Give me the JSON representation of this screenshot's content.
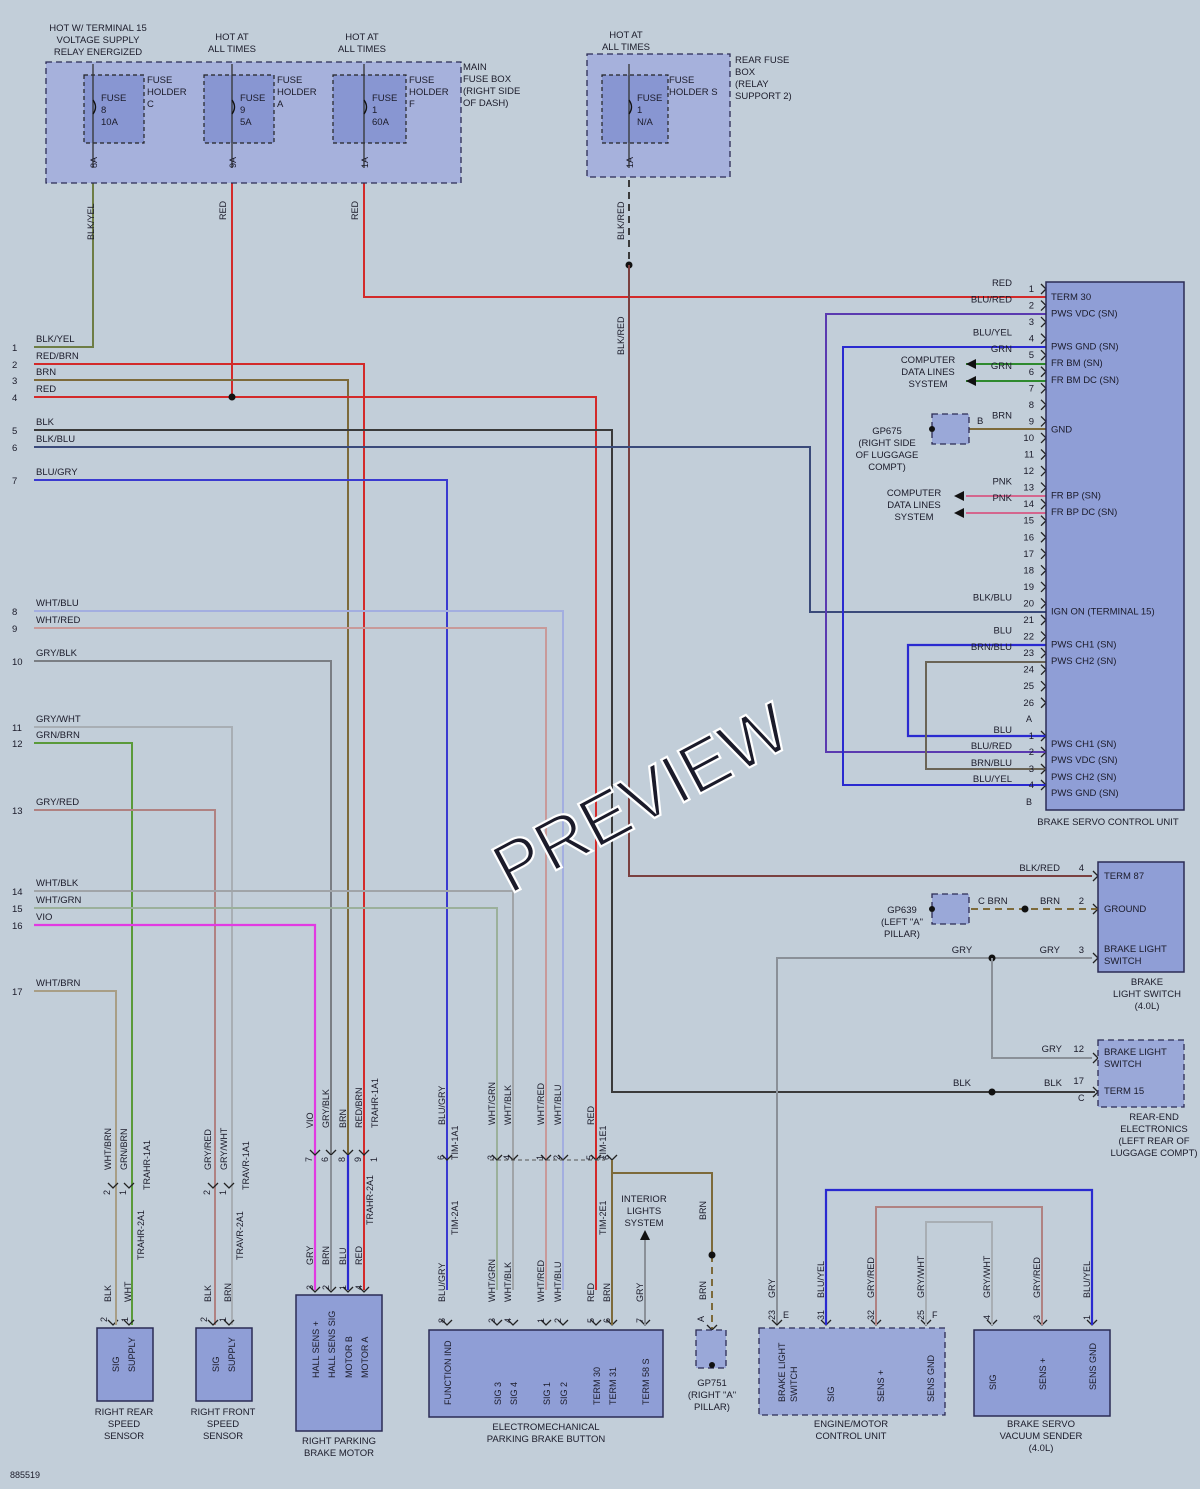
{
  "diagram_id": "885519",
  "watermark": "PREVIEW",
  "colors": {
    "RED": "#d32a2a",
    "BLK": "#3a3a3a",
    "BLKYEL": "#6e7d45",
    "BRN": "#7d6a3a",
    "BLU": "#2a2ad0",
    "BLUYEL": "#2a2ad0",
    "BLURED": "#5a3ab0",
    "BLKBLU": "#3a4a7a",
    "BLUGRY": "#3a3ad0",
    "WHTBLU": "#a3aee0",
    "WHTRED": "#c89a9a",
    "GRY": "#8a9098",
    "GRYBLK": "#7a7e84",
    "GRYWHT": "#a8aeb4",
    "GRNBRN": "#5a9a3a",
    "GRYRED": "#b08282",
    "WHTBLK": "#a0a4a8",
    "WHTGRN": "#9bb09b",
    "VIO": "#e23ae2",
    "WHTBRN": "#a89e86",
    "GRN": "#2e8a2e",
    "PNK": "#d4668e",
    "BRNBLU": "#6a6456",
    "BLKRED": "#7a4040"
  },
  "top_sources": [
    {
      "heading": [
        "HOT W/ TERMINAL 15",
        "VOLTAGE SUPPLY",
        "RELAY ENERGIZED"
      ],
      "fuse": [
        "FUSE",
        "8",
        "10A"
      ],
      "holder": [
        "FUSE",
        "HOLDER",
        "C"
      ],
      "pin": "8A",
      "wire": "BLK/YEL"
    },
    {
      "heading": [
        "HOT AT",
        "ALL TIMES"
      ],
      "fuse": [
        "FUSE",
        "9",
        "5A"
      ],
      "holder": [
        "FUSE",
        "HOLDER",
        "A"
      ],
      "pin": "9A",
      "wire": "RED"
    },
    {
      "heading": [
        "HOT AT",
        "ALL TIMES"
      ],
      "fuse": [
        "FUSE",
        "1",
        "60A"
      ],
      "holder": [
        "FUSE",
        "HOLDER",
        "F"
      ],
      "pin": "1A",
      "wire": "RED"
    },
    {
      "heading": [
        "HOT AT",
        "ALL TIMES"
      ],
      "fuse": [
        "FUSE",
        "1",
        "N/A"
      ],
      "holder": [
        "FUSE",
        "HOLDER S"
      ],
      "pin": "1A",
      "wire": "BLK/RED"
    }
  ],
  "main_fuse_box": [
    "MAIN",
    "FUSE BOX",
    "(RIGHT SIDE",
    "OF DASH)"
  ],
  "rear_fuse_box": [
    "REAR FUSE",
    "BOX",
    "(RELAY",
    "SUPPORT 2)"
  ],
  "left_connector": [
    {
      "n": "1",
      "wire": "BLK/YEL"
    },
    {
      "n": "2",
      "wire": "RED/BRN"
    },
    {
      "n": "3",
      "wire": "BRN"
    },
    {
      "n": "4",
      "wire": "RED"
    },
    {
      "n": "5",
      "wire": "BLK"
    },
    {
      "n": "6",
      "wire": "BLK/BLU"
    },
    {
      "n": "7",
      "wire": "BLU/GRY"
    },
    {
      "n": "8",
      "wire": "WHT/BLU"
    },
    {
      "n": "9",
      "wire": "WHT/RED"
    },
    {
      "n": "10",
      "wire": "GRY/BLK"
    },
    {
      "n": "11",
      "wire": "GRY/WHT"
    },
    {
      "n": "12",
      "wire": "GRN/BRN"
    },
    {
      "n": "13",
      "wire": "GRY/RED"
    },
    {
      "n": "14",
      "wire": "WHT/BLK"
    },
    {
      "n": "15",
      "wire": "WHT/GRN"
    },
    {
      "n": "16",
      "wire": "VIO"
    },
    {
      "n": "17",
      "wire": "WHT/BRN"
    }
  ],
  "bscu": {
    "title": "BRAKE SERVO CONTROL UNIT",
    "pins_a": [
      {
        "n": "1",
        "wire": "RED",
        "label": "TERM 30"
      },
      {
        "n": "2",
        "wire": "BLU/RED",
        "label": "PWS VDC (SN)"
      },
      {
        "n": "3",
        "wire": "",
        "label": ""
      },
      {
        "n": "4",
        "wire": "BLU/YEL",
        "label": "PWS GND (SN)"
      },
      {
        "n": "5",
        "wire": "GRN",
        "label": "FR BM (SN)"
      },
      {
        "n": "6",
        "wire": "GRN",
        "label": "FR BM DC (SN)"
      },
      {
        "n": "7",
        "wire": "",
        "label": ""
      },
      {
        "n": "8",
        "wire": "",
        "label": ""
      },
      {
        "n": "9",
        "wire": "BRN",
        "label": "GND"
      },
      {
        "n": "10",
        "wire": "",
        "label": ""
      },
      {
        "n": "11",
        "wire": "",
        "label": ""
      },
      {
        "n": "12",
        "wire": "",
        "label": ""
      },
      {
        "n": "13",
        "wire": "PNK",
        "label": "FR BP (SN)"
      },
      {
        "n": "14",
        "wire": "PNK",
        "label": "FR BP DC (SN)"
      },
      {
        "n": "15",
        "wire": "",
        "label": ""
      },
      {
        "n": "16",
        "wire": "",
        "label": ""
      },
      {
        "n": "17",
        "wire": "",
        "label": ""
      },
      {
        "n": "18",
        "wire": "",
        "label": ""
      },
      {
        "n": "19",
        "wire": "",
        "label": ""
      },
      {
        "n": "20",
        "wire": "BLK/BLU",
        "label": "IGN ON (TERMINAL 15)"
      },
      {
        "n": "21",
        "wire": "",
        "label": ""
      },
      {
        "n": "22",
        "wire": "BLU",
        "label": "PWS CH1 (SN)"
      },
      {
        "n": "23",
        "wire": "BRN/BLU",
        "label": "PWS CH2 (SN)"
      },
      {
        "n": "24",
        "wire": "",
        "label": ""
      },
      {
        "n": "25",
        "wire": "",
        "label": ""
      },
      {
        "n": "26",
        "wire": "",
        "label": ""
      }
    ],
    "conn_a": "A",
    "pins_b": [
      {
        "n": "1",
        "wire": "BLU",
        "label": "PWS CH1 (SN)"
      },
      {
        "n": "2",
        "wire": "BLU/RED",
        "label": "PWS VDC (SN)"
      },
      {
        "n": "3",
        "wire": "BRN/BLU",
        "label": "PWS CH2 (SN)"
      },
      {
        "n": "4",
        "wire": "BLU/YEL",
        "label": "PWS GND (SN)"
      }
    ],
    "conn_b": "B"
  },
  "computer_data_lines": [
    "COMPUTER",
    "DATA LINES",
    "SYSTEM"
  ],
  "gp675": {
    "label": [
      "GP675",
      "(RIGHT SIDE",
      "OF LUGGAGE",
      "COMPT)"
    ],
    "pin": "B"
  },
  "bls": {
    "title": [
      "BRAKE",
      "LIGHT SWITCH",
      "(4.0L)"
    ],
    "pins": [
      {
        "n": "4",
        "wire": "BLK/RED",
        "label": "TERM 87"
      },
      {
        "n": "2",
        "wire": "BRN",
        "label": "GROUND"
      },
      {
        "n": "3",
        "wire": "GRY",
        "label": "BRAKE LIGHT"
      }
    ],
    "label2": "SWITCH"
  },
  "gp639": {
    "label": [
      "GP639",
      "(LEFT \"A\"",
      "PILLAR)"
    ],
    "pin": "C",
    "wire": "BRN",
    "wire2": "BRN"
  },
  "gry_branch": "GRY",
  "rear_end": {
    "title": [
      "REAR-END",
      "ELECTRONICS",
      "(LEFT REAR OF",
      "LUGGAGE COMPT)"
    ],
    "pin12": {
      "n": "12",
      "wire": "GRY",
      "label": "BRAKE LIGHT"
    },
    "label12b": "SWITCH",
    "pin17": {
      "n": "17",
      "wire": "BLK",
      "label": "TERM 15"
    },
    "conn": "C",
    "blk_in": "BLK"
  },
  "harness": {
    "trahr_1a1": "TRAHR-1A1",
    "trahr_2a1": "TRAHR-2A1",
    "travr_1a1": "TRAVR-1A1",
    "travr_2a1": "TRAVR-2A1",
    "tim_1a1": "TIM-1A1",
    "tim_2a1": "TIM-2A1",
    "tim_1e1": "TIM-1E1",
    "tim_2e1": "TIM-2E1"
  },
  "rrs": {
    "title": [
      "RIGHT REAR",
      "SPEED",
      "SENSOR"
    ],
    "pins": [
      {
        "n": "2",
        "wire": "BLK",
        "label": "SIG"
      },
      {
        "n": "1",
        "wire": "WHT",
        "label": "SUPPLY"
      }
    ],
    "up": [
      {
        "n": "2",
        "wire": "WHT/BRN"
      },
      {
        "n": "1",
        "wire": "GRN/BRN"
      }
    ]
  },
  "rfs": {
    "title": [
      "RIGHT FRONT",
      "SPEED",
      "SENSOR"
    ],
    "pins": [
      {
        "n": "2",
        "wire": "BLK",
        "label": "SIG"
      },
      {
        "n": "1",
        "wire": "BRN",
        "label": "SUPPLY"
      }
    ],
    "up": [
      {
        "n": "2",
        "wire": "GRY/RED"
      },
      {
        "n": "1",
        "wire": "GRY/WHT"
      }
    ]
  },
  "rpbm": {
    "title": [
      "RIGHT PARKING",
      "BRAKE MOTOR"
    ],
    "pins": [
      {
        "n": "3",
        "wire": "GRY",
        "label": "HALL SENS +"
      },
      {
        "n": "2",
        "wire": "BRN",
        "label": "HALL SENS SIG"
      },
      {
        "n": "1",
        "wire": "BLU",
        "label": "MOTOR B"
      },
      {
        "n": "4",
        "wire": "RED",
        "label": "MOTOR A"
      }
    ],
    "up": [
      {
        "n": "7",
        "wire": "VIO"
      },
      {
        "n": "6",
        "wire": "GRY/BLK"
      },
      {
        "n": "8",
        "wire": "BRN"
      },
      {
        "n": "9",
        "wire": "RED/BRN"
      },
      {
        "n": "1",
        "wire": "TRAHR-1A1"
      }
    ]
  },
  "epbb": {
    "title": [
      "ELECTROMECHANICAL",
      "PARKING BRAKE BUTTON"
    ],
    "pins": [
      {
        "n": "8",
        "wire": "BLU/GRY",
        "label": "FUNCTION IND"
      },
      {
        "n": "3",
        "wire": "WHT/GRN",
        "label": "SIG 3"
      },
      {
        "n": "4",
        "wire": "WHT/BLK",
        "label": "SIG 4"
      },
      {
        "n": "1",
        "wire": "WHT/RED",
        "label": "SIG 1"
      },
      {
        "n": "2",
        "wire": "WHT/BLU",
        "label": "SIG 2"
      },
      {
        "n": "5",
        "wire": "RED",
        "label": "TERM 30"
      },
      {
        "n": "6",
        "wire": "BRN",
        "label": "TERM 31"
      },
      {
        "n": "7",
        "wire": "GRY",
        "label": "TERM 58 S"
      }
    ],
    "up": [
      {
        "n": "6",
        "wire": "BLU/GRY"
      },
      {
        "n": "3",
        "wire": "WHT/GRN"
      },
      {
        "n": "4",
        "wire": "WHT/BLK"
      },
      {
        "n": "1",
        "wire": "WHT/RED"
      },
      {
        "n": "2",
        "wire": "WHT/BLU"
      },
      {
        "n": "5",
        "wire": "RED"
      },
      {
        "n": "6",
        "wire": ""
      }
    ]
  },
  "interior": [
    "INTERIOR",
    "LIGHTS",
    "SYSTEM"
  ],
  "gp751": {
    "label": [
      "GP751",
      "(RIGHT \"A\"",
      "PILLAR)"
    ],
    "pin": "A",
    "wire": "BRN",
    "wire_up": "BRN"
  },
  "emcu": {
    "title": [
      "ENGINE/MOTOR",
      "CONTROL UNIT"
    ],
    "pins": [
      {
        "n": "23",
        "wire": "GRY",
        "label": "BRAKE LIGHT",
        "label2": "SWITCH",
        "conn": "E"
      },
      {
        "n": "31",
        "wire": "BLU/YEL",
        "label": "SIG"
      },
      {
        "n": "32",
        "wire": "GRY/RED",
        "label": "SENS +"
      },
      {
        "n": "25",
        "wire": "GRY/WHT",
        "label": "SENS GND",
        "conn": "F"
      }
    ]
  },
  "bsvs": {
    "title": [
      "BRAKE SERVO",
      "VACUUM SENDER",
      "(4.0L)"
    ],
    "pins": [
      {
        "n": "4",
        "wire": "GRY/WHT",
        "label": "SIG"
      },
      {
        "n": "3",
        "wire": "GRY/RED",
        "label": "SENS +"
      },
      {
        "n": "1",
        "wire": "BLU/YEL",
        "label": "SENS GND"
      }
    ]
  }
}
